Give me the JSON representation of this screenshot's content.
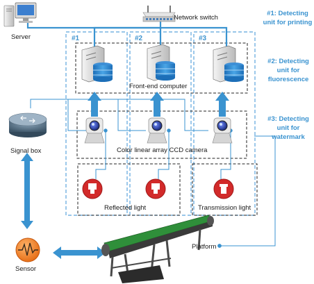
{
  "labels": {
    "server": "Server",
    "network_switch": "Network switch",
    "front_end_computer": "Front-end computer",
    "ccd_camera": "Color linear array CCD camera",
    "signal_box": "Signal box",
    "reflected_light": "Reflected light",
    "transmission_light": "Transmission light",
    "sensor": "Sensor",
    "platform": "Platform"
  },
  "units": {
    "u1": "#1",
    "u2": "#2",
    "u3": "#3"
  },
  "legend": [
    {
      "line1": "#1: Detecting",
      "line2": "unit for printing",
      "line3": ""
    },
    {
      "line1": "#2: Detecting",
      "line2": "unit for",
      "line3": "fluorescence"
    },
    {
      "line1": "#3: Detecting",
      "line2": "unit for",
      "line3": "watermark"
    }
  ],
  "colors": {
    "link_blue": "#3a93d0",
    "dashed_blue": "#5aa3dc",
    "light_red": "#d22a2a",
    "conveyor_green": "#2f8f3a"
  }
}
